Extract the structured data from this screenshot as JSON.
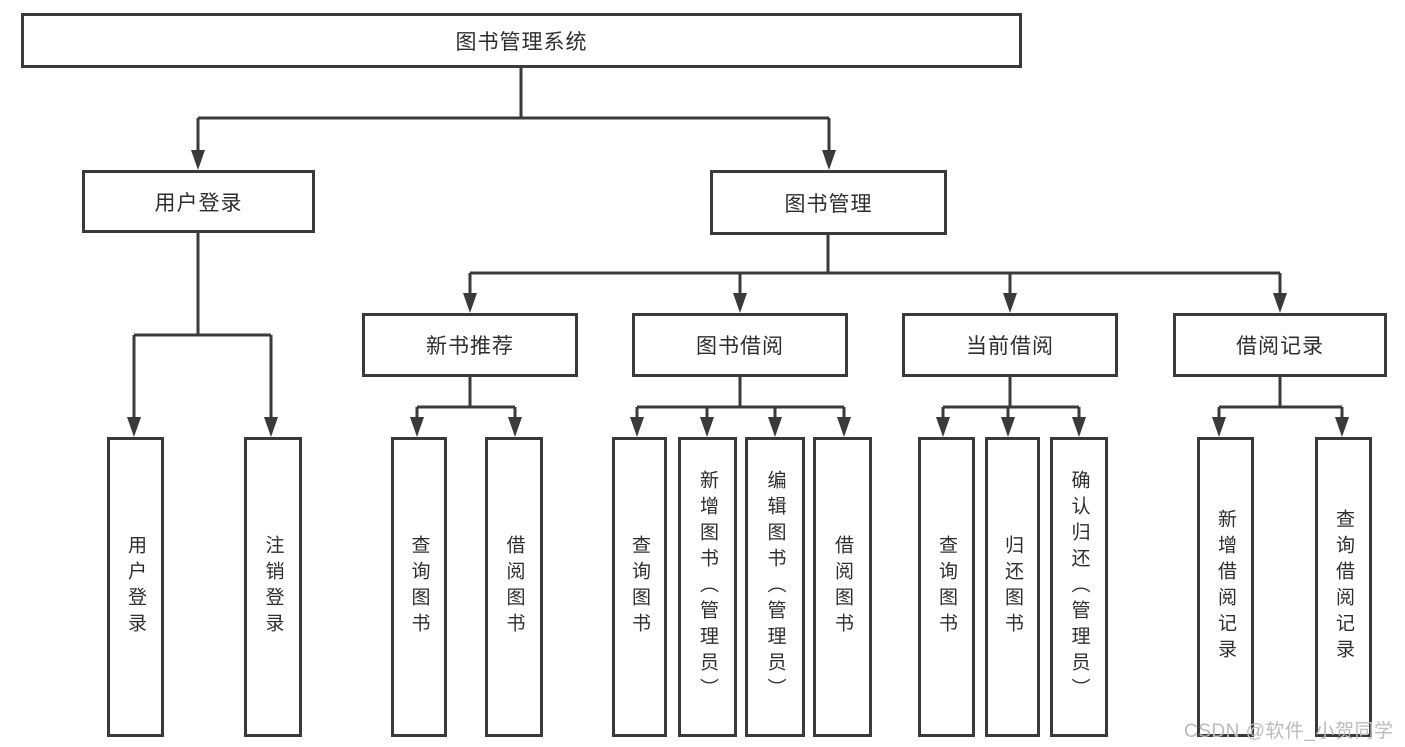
{
  "tree": {
    "root": {
      "label": "图书管理系统"
    },
    "level2": [
      {
        "label": "用户登录"
      },
      {
        "label": "图书管理"
      }
    ],
    "level3": [
      {
        "label": "新书推荐"
      },
      {
        "label": "图书借阅"
      },
      {
        "label": "当前借阅"
      },
      {
        "label": "借阅记录"
      }
    ],
    "leaves": {
      "user": [
        {
          "label": "用户登录"
        },
        {
          "label": "注销登录"
        }
      ],
      "recommend": [
        {
          "label": "查询图书"
        },
        {
          "label": "借阅图书"
        }
      ],
      "borrow": [
        {
          "label": "查询图书"
        },
        {
          "label": "新增图书（管理员）"
        },
        {
          "label": "编辑图书（管理员）"
        },
        {
          "label": "借阅图书"
        }
      ],
      "current": [
        {
          "label": "查询图书"
        },
        {
          "label": "归还图书"
        },
        {
          "label": "确认归还（管理员）"
        }
      ],
      "records": [
        {
          "label": "新增借阅记录"
        },
        {
          "label": "查询借阅记录"
        }
      ]
    }
  },
  "watermark": {
    "text": "CSDN @软件_小贺同学"
  },
  "colors": {
    "line": "#3a3a3c",
    "text": "#2e2e30",
    "watermark": "#bdbabe",
    "background": "#ffffff"
  }
}
